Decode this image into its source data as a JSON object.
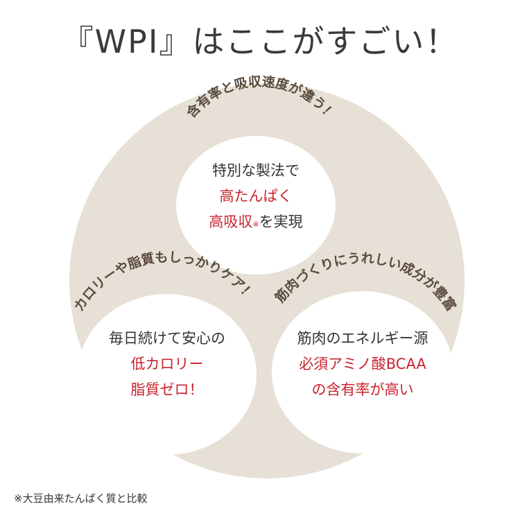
{
  "title": "『WPI』はここがすごい！",
  "top": {
    "arc_label": "含有率と吸収速度が違う！",
    "line1": "特別な製法で",
    "line2": "高たんぱく",
    "line3_main": "高吸収",
    "line3_mark": "※",
    "line3_tail": "を実現"
  },
  "left": {
    "arc_label": "カロリーや脂質もしっかりケア！",
    "line1": "毎日続けて安心の",
    "line2": "低カロリー",
    "line3": "脂質ゼロ！"
  },
  "right": {
    "arc_label": "筋肉づくりにうれしい成分が豊富",
    "line1": "筋肉のエネルギー源",
    "line2": "必須アミノ酸BCAA",
    "line3": "の含有率が高い"
  },
  "footnote": "※大豆由来たんぱく質と比較",
  "colors": {
    "background_circle": "#e6e0d6",
    "accent_red": "#c8232c",
    "arc_text": "#5a4a3c"
  }
}
